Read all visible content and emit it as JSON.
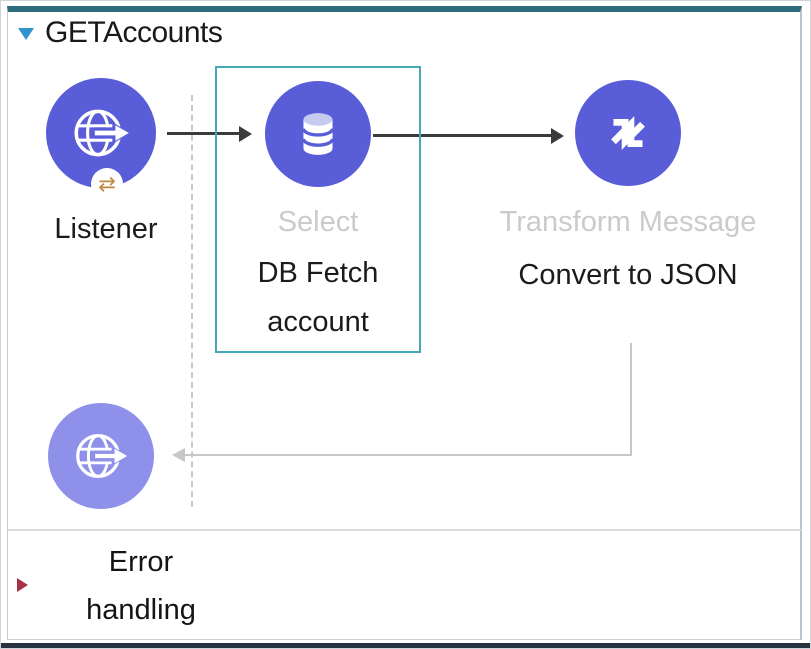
{
  "header": {
    "title": "GETAccounts"
  },
  "flow": {
    "listener": {
      "label": "Listener",
      "badge_glyph": "⇄",
      "icon": "http-listener-globe-icon"
    },
    "select": {
      "type": "Select",
      "label": "DB Fetch account",
      "icon": "database-icon",
      "selected": true
    },
    "transform": {
      "type": "Transform Message",
      "label": "Convert to JSON",
      "icon": "dataweave-icon"
    },
    "response": {
      "icon": "http-response-globe-icon"
    }
  },
  "error_section": {
    "label": "Error handling"
  },
  "colors": {
    "node_purple": "#5a5dd8",
    "node_purple_light": "#8e90e9",
    "selection_teal": "#46a9b6",
    "collapse_blue": "#2f93cd",
    "error_red": "#a73246",
    "type_label_gray": "#cbcbcb",
    "arrow_black": "#3b3b3b",
    "return_gray": "#c7c7c7"
  }
}
